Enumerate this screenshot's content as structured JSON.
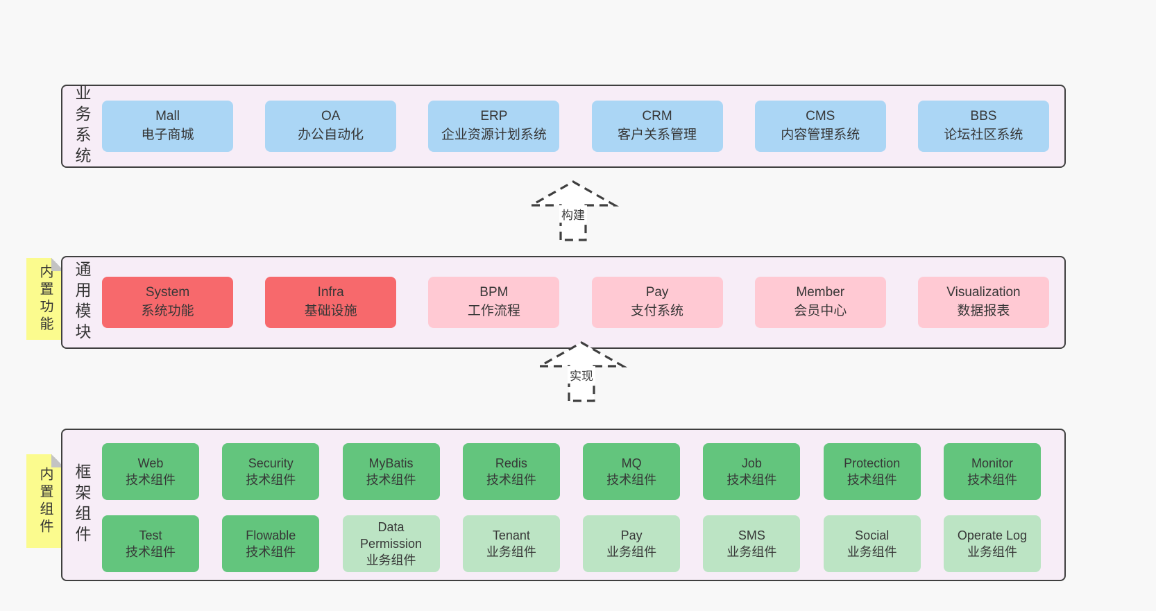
{
  "colors": {
    "page_background": "#f8f8f8",
    "layer_background": "#f7edf7",
    "layer_border": "#3f3f3f",
    "business_box": "#abd6f5",
    "core_module_box": "#f7696c",
    "optional_module_box": "#ffc9d3",
    "tech_component_box": "#63c57d",
    "biz_component_box": "#bce4c4",
    "sticky_note": "#fbfb8e",
    "text": "#363636"
  },
  "business": {
    "side_label": "业务系统",
    "boxes": [
      {
        "title": "Mall",
        "subtitle": "电子商城"
      },
      {
        "title": "OA",
        "subtitle": "办公自动化"
      },
      {
        "title": "ERP",
        "subtitle": "企业资源计划系统"
      },
      {
        "title": "CRM",
        "subtitle": "客户关系管理"
      },
      {
        "title": "CMS",
        "subtitle": "内容管理系统"
      },
      {
        "title": "BBS",
        "subtitle": "论坛社区系统"
      }
    ]
  },
  "arrows": {
    "build": {
      "label": "构建"
    },
    "implement": {
      "label": "实现"
    }
  },
  "modules": {
    "side_label": "通用模块",
    "sticky_label": "内置功能",
    "boxes": [
      {
        "title": "System",
        "subtitle": "系统功能"
      },
      {
        "title": "Infra",
        "subtitle": "基础设施"
      },
      {
        "title": "BPM",
        "subtitle": "工作流程"
      },
      {
        "title": "Pay",
        "subtitle": "支付系统"
      },
      {
        "title": "Member",
        "subtitle": "会员中心"
      },
      {
        "title": "Visualization",
        "subtitle": "数据报表"
      }
    ]
  },
  "framework": {
    "side_label": "框架组件",
    "sticky_label": "内置组件",
    "rows": [
      [
        {
          "title": "Web",
          "subtitle": "技术组件"
        },
        {
          "title": "Security",
          "subtitle": "技术组件"
        },
        {
          "title": "MyBatis",
          "subtitle": "技术组件"
        },
        {
          "title": "Redis",
          "subtitle": "技术组件"
        },
        {
          "title": "MQ",
          "subtitle": "技术组件"
        },
        {
          "title": "Job",
          "subtitle": "技术组件"
        },
        {
          "title": "Protection",
          "subtitle": "技术组件"
        },
        {
          "title": "Monitor",
          "subtitle": "技术组件"
        }
      ],
      [
        {
          "title": "Test",
          "subtitle": "技术组件"
        },
        {
          "title": "Flowable",
          "subtitle": "技术组件"
        },
        {
          "title": "Data Permission",
          "subtitle": "业务组件"
        },
        {
          "title": "Tenant",
          "subtitle": "业务组件"
        },
        {
          "title": "Pay",
          "subtitle": "业务组件"
        },
        {
          "title": "SMS",
          "subtitle": "业务组件"
        },
        {
          "title": "Social",
          "subtitle": "业务组件"
        },
        {
          "title": "Operate Log",
          "subtitle": "业务组件"
        }
      ]
    ]
  }
}
